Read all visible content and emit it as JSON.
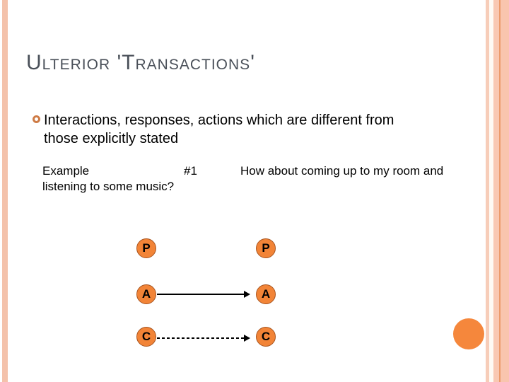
{
  "slide": {
    "title": "Ulterior 'Transactions'",
    "bullet": {
      "line1": "Interactions, responses, actions which are different from",
      "line2": "those explicitly stated"
    },
    "example": {
      "label": "Example",
      "number": "#1",
      "question_line1": "How about coming up to my room and",
      "question_line2": "listening to some music?"
    },
    "diagram": {
      "left_nodes": [
        "P",
        "A",
        "C"
      ],
      "right_nodes": [
        "P",
        "A",
        "C"
      ],
      "arrows": [
        {
          "from": "A",
          "to": "A",
          "style": "solid"
        },
        {
          "from": "C",
          "to": "C",
          "style": "dashed"
        }
      ]
    },
    "colors": {
      "title_text": "#4a5059",
      "body_text": "#000000",
      "node_fill": "#f28437",
      "node_border": "#a85520",
      "bullet_ring": "#ce7b45",
      "left_bar": "#f4c2ab",
      "stripe_light": "#f7cdb9",
      "stripe_cream": "#fefaf4",
      "stripe_mid": "#f9c8b2",
      "stripe_line": "#ec9b6b",
      "stripe_right": "#f9c5ae",
      "decor_circle": "#f5873c",
      "arrow": "#000000"
    }
  }
}
